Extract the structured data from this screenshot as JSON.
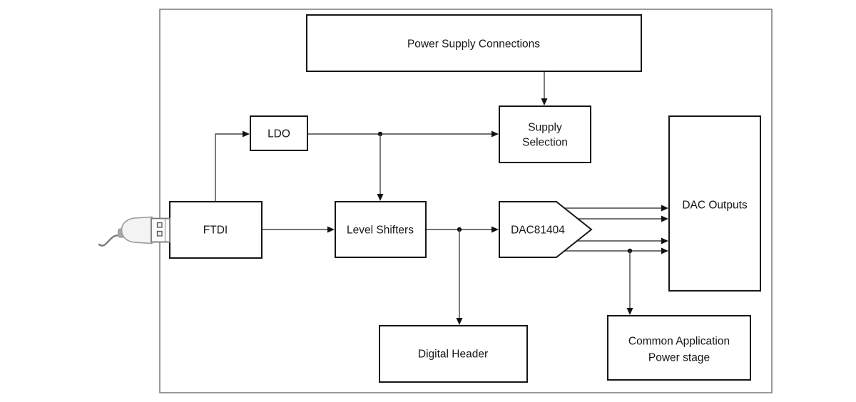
{
  "diagram": {
    "type": "block-diagram",
    "blocks": {
      "power_supply_connections": {
        "label": "Power Supply Connections"
      },
      "ldo": {
        "label": "LDO"
      },
      "supply_selection": {
        "line1": "Supply",
        "line2": "Selection"
      },
      "ftdi": {
        "label": "FTDI"
      },
      "level_shifters": {
        "label": "Level Shifters"
      },
      "dac81404": {
        "label": "DAC81404"
      },
      "dac_outputs": {
        "label": "DAC Outputs"
      },
      "digital_header": {
        "label": "Digital Header"
      },
      "common_application_power_stage": {
        "line1": "Common Application",
        "line2": "Power stage"
      }
    },
    "icons": {
      "usb": "usb-plug-icon"
    },
    "colors": {
      "background": "#ffffff",
      "block_border": "#161616",
      "wire": "#454545",
      "outer_border": "#6e6e6e",
      "text": "#161616"
    }
  }
}
